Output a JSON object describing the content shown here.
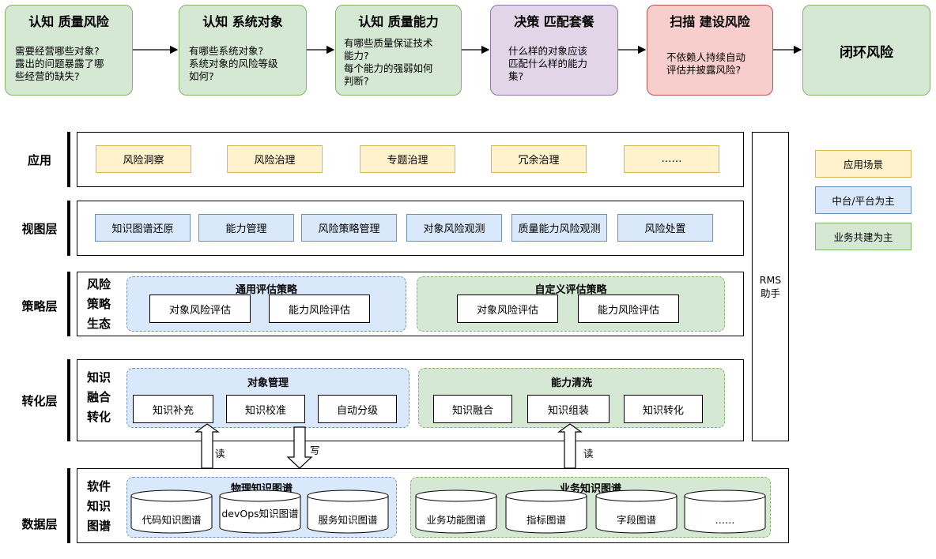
{
  "flow": [
    {
      "title": "认知 质量风险",
      "lines": [
        "需要经营哪些对象?",
        "露出的问题暴露了哪",
        "些经营的缺失?"
      ]
    },
    {
      "title": "认知 系统对象",
      "lines": [
        "有哪些系统对象?",
        "系统对象的风险等级",
        "如何?"
      ]
    },
    {
      "title": "认知 质量能力",
      "lines": [
        "有哪些质量保证技术",
        "能力?",
        "每个能力的强弱如何",
        "判断?"
      ]
    },
    {
      "title": "决策 匹配套餐",
      "lines": [
        "什么样的对象应该",
        "匹配什么样的能力",
        "集?"
      ]
    },
    {
      "title": "扫描 建设风险",
      "lines": [
        "不依赖人持续自动",
        "评估并披露风险?"
      ]
    },
    {
      "title": "闭环风险"
    }
  ],
  "layers": {
    "app": {
      "label": "应用",
      "items": [
        "风险洞察",
        "风险治理",
        "专题治理",
        "冗余治理",
        "……"
      ]
    },
    "view": {
      "label": "视图层",
      "items": [
        "知识图谱还原",
        "能力管理",
        "风险策略管理",
        "对象风险观测",
        "质量能力风险观测",
        "风险处置"
      ]
    },
    "strategy": {
      "label": "策略层",
      "cat": [
        "风险",
        "策略",
        "生态"
      ],
      "general": {
        "title": "通用评估策略",
        "items": [
          "对象风险评估",
          "能力风险评估"
        ]
      },
      "custom": {
        "title": "自定义评估策略",
        "items": [
          "对象风险评估",
          "能力风险评估"
        ]
      }
    },
    "transform": {
      "label": "转化层",
      "cat": [
        "知识",
        "融合",
        "转化"
      ],
      "objmgmt": {
        "title": "对象管理",
        "items": [
          "知识补充",
          "知识校准",
          "自动分级"
        ]
      },
      "capclean": {
        "title": "能力清洗",
        "items": [
          "知识融合",
          "知识组装",
          "知识转化"
        ]
      }
    },
    "data": {
      "label": "数据层",
      "cat": [
        "软件",
        "知识",
        "图谱"
      ],
      "physical": {
        "title": "物理知识图谱",
        "items": [
          "代码知识图谱",
          "devOps知识图谱",
          "服务知识图谱"
        ]
      },
      "business": {
        "title": "业务知识图谱",
        "items": [
          "业务功能图谱",
          "指标图谱",
          "字段图谱",
          "……"
        ]
      }
    }
  },
  "arrows": {
    "read1": "读",
    "write": "写",
    "read2": "读"
  },
  "rms": [
    "RMS",
    "助手"
  ],
  "legend": [
    "应用场景",
    "中台/平台为主",
    "业务共建为主"
  ],
  "colors": {
    "yellow": "#fff2cc",
    "blue": "#dae8fc",
    "green": "#d5e8d4",
    "purple": "#e1d5e7",
    "red": "#f8cecc"
  }
}
